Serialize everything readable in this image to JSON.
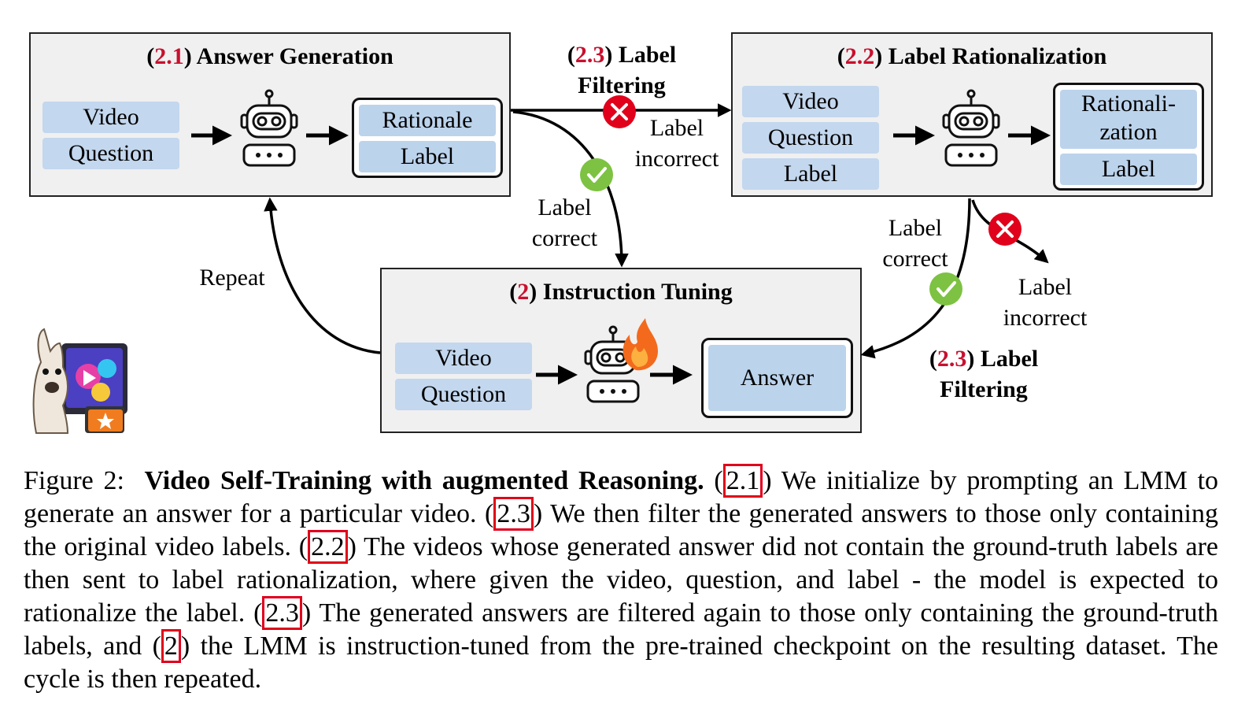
{
  "answer_generation": {
    "num": "2.1",
    "title": "Answer Generation",
    "inputs": [
      "Video",
      "Question"
    ],
    "outputs": [
      "Rationale",
      "Label"
    ]
  },
  "label_rationalization": {
    "num": "2.2",
    "title": "Label Rationalization",
    "inputs": [
      "Video",
      "Question",
      "Label"
    ],
    "outputs": [
      "Rationali-\nzation",
      "Label"
    ]
  },
  "instruction_tuning": {
    "num": "2",
    "title": "Instruction Tuning",
    "inputs": [
      "Video",
      "Question"
    ],
    "output": "Answer"
  },
  "filter_top": {
    "num": "2.3",
    "title_line1": "Label",
    "title_line2": "Filtering"
  },
  "filter_right": {
    "num": "2.3",
    "title_line1": "Label",
    "title_line2": "Filtering"
  },
  "edges": {
    "incorrect_top": "Label\nincorrect",
    "correct_left": "Label\ncorrect",
    "correct_right": "Label\ncorrect",
    "incorrect_right": "Label\nincorrect",
    "repeat": "Repeat"
  },
  "caption": {
    "prefix": "Figure 2:",
    "bold_title": "Video Self-Training with augmented Reasoning.",
    "ref1": "2.1",
    "text1": "We initialize by prompting an LMM to generate an answer for a particular video.",
    "ref2": "2.3",
    "text2": "We then filter the generated answers to those only containing the original video labels.",
    "ref3": "2.2",
    "text3": "The videos whose generated answer did not contain the ground-truth labels are then sent to label rationalization, where given the video, question, and label - the model is expected to rationalize the label.",
    "ref4": "2.3",
    "text4": "The generated answers are filtered again to those only containing the ground-truth labels, and",
    "ref5": "2",
    "text5": "the LMM is instruction-tuned from the pre-trained checkpoint on the resulting dataset. The cycle is then repeated."
  },
  "colors": {
    "pill": "#c3d7ee",
    "box": "#f0f0f0",
    "accent_red": "#c8102e",
    "check_green": "#7dc242",
    "cross_red": "#e0001b"
  }
}
